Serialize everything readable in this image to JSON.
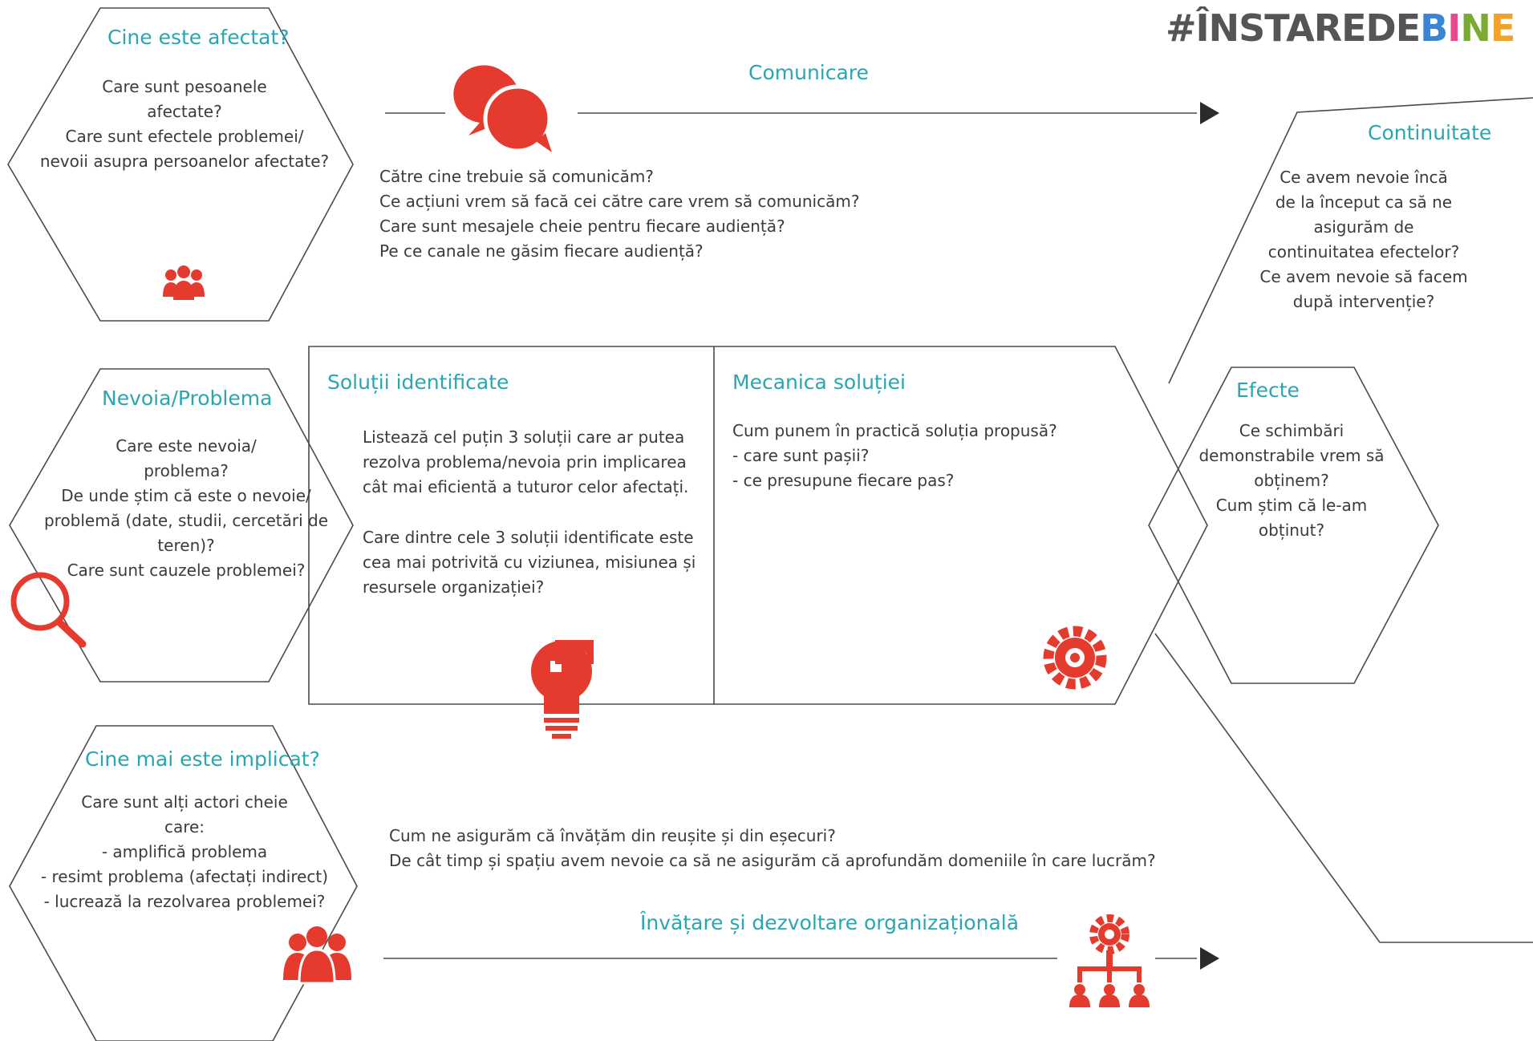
{
  "brand": {
    "hashtag_prefix": "#ÎNSTAREDE",
    "hashtag_letters": [
      "B",
      "I",
      "N",
      "E"
    ]
  },
  "colors": {
    "teal": "#2aa6b0",
    "red": "#e53b2f",
    "text": "#3b3b3b",
    "line": "#4a4a4a"
  },
  "affected": {
    "title": "Cine este afectat?",
    "lines": [
      "Care sunt pesoanele",
      "afectate?",
      "Care sunt efectele problemei/",
      "nevoii asupra persoanelor afectate?"
    ],
    "icon": "people-group-icon"
  },
  "communication": {
    "title": "Comunicare",
    "lines": [
      "Către cine trebuie să comunicăm?",
      "Ce acțiuni vrem să facă cei către care vrem să comunicăm?",
      "Care sunt mesajele cheie pentru fiecare audiență?",
      "Pe ce canale ne găsim fiecare audiență?"
    ],
    "icon": "speech-bubbles-icon"
  },
  "continuity": {
    "title": "Continuitate",
    "lines": [
      "Ce avem nevoie încă",
      "de la început ca să ne",
      "asigurăm de",
      "continuitatea efectelor?",
      "Ce avem nevoie să facem",
      "după intervenție?"
    ]
  },
  "need": {
    "title": "Nevoia/Problema",
    "lines": [
      "Care este nevoia/",
      "problema?",
      "De unde știm că este o nevoie/",
      "problemă (date, studii, cercetări de",
      "teren)?",
      "Care sunt cauzele problemei?"
    ],
    "icon": "magnifier-icon"
  },
  "solutions": {
    "title": "Soluții identificate",
    "paragraph1": [
      "Listează cel puțin 3 soluții care ar putea",
      "rezolva problema/nevoia prin implicarea",
      "cât mai eficientă a tuturor celor afectați."
    ],
    "paragraph2": [
      "Care dintre cele 3 soluții identificate este",
      "cea mai potrivită cu viziunea, misiunea și",
      "resursele organizației?"
    ],
    "icon": "puzzle-bulb-icon"
  },
  "mechanics": {
    "title": "Mecanica soluției",
    "lines": [
      "Cum punem în practică soluția propusă?",
      "- care sunt pașii?",
      "- ce presupune fiecare pas?"
    ],
    "icon": "gear-icon"
  },
  "effects": {
    "title": "Efecte",
    "lines": [
      "Ce schimbări",
      "demonstrabile vrem să",
      "obținem?",
      "Cum știm că le-am",
      "obținut?"
    ]
  },
  "involved": {
    "title": "Cine mai este implicat?",
    "lines": [
      "Care sunt alți actori cheie",
      "care:",
      "- amplifică problema",
      "- resimt problema (afectați indirect)",
      "- lucrează la rezolvarea problemei?"
    ],
    "icon": "people-group-large-icon"
  },
  "learning": {
    "title": "Învățare și dezvoltare organizațională",
    "lines": [
      "Cum ne asigurăm că învățăm din reușite și din eșecuri?",
      "De cât timp și spațiu avem nevoie ca să ne asigurăm că aprofundăm domeniile în care lucrăm?"
    ],
    "icon": "org-chart-gear-icon"
  }
}
